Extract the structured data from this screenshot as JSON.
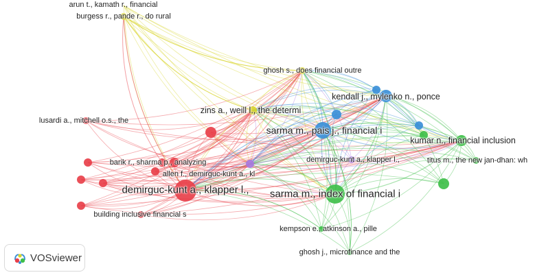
{
  "app": {
    "name": "VOSviewer",
    "logo_icon": "vosviewer-logo-icon"
  },
  "clusters": {
    "red": "#e8404a",
    "green": "#3fbf4a",
    "blue": "#3b8fd8",
    "yellow": "#d8d42a",
    "purple": "#a878e0"
  },
  "nodes": [
    {
      "id": "arun",
      "label": "arun t., kamath r., financial",
      "cluster": "yellow",
      "size": 0
    },
    {
      "id": "burgess",
      "label": "burgess r., pande r., do rural",
      "cluster": "yellow",
      "size": 5
    },
    {
      "id": "ghosh_s",
      "label": "ghosh s., does financial outre",
      "cluster": "yellow",
      "size": 5
    },
    {
      "id": "kendall",
      "label": "kendall j., mylenko n., ponce",
      "cluster": "blue",
      "size": 9
    },
    {
      "id": "zins",
      "label": "zins a., weill l., the determi",
      "cluster": "yellow",
      "size": 6
    },
    {
      "id": "lusardi",
      "label": "lusardi a., mitchell o.s., the",
      "cluster": "red",
      "size": 5
    },
    {
      "id": "sarma_pais",
      "label": "sarma m., pais j., financial i",
      "cluster": "blue",
      "size": 12
    },
    {
      "id": "kumar",
      "label": "kumar n., financial inclusion",
      "cluster": "green",
      "size": 8
    },
    {
      "id": "barik",
      "label": "barik r., sharma p., analyzing",
      "cluster": "red",
      "size": 6
    },
    {
      "id": "demirguc_klapper_p",
      "label": "demirguc-kunt a., klapper l.,",
      "cluster": "purple",
      "size": 5
    },
    {
      "id": "titus",
      "label": "titus m., the new jan-dhan: wh",
      "cluster": "green",
      "size": 5
    },
    {
      "id": "allen",
      "label": "allen f., demirguc-kunt a., kl",
      "cluster": "purple",
      "size": 6
    },
    {
      "id": "demirguc_klapper_r",
      "label": "demirguc-kunt a., klapper l.,",
      "cluster": "red",
      "size": 16
    },
    {
      "id": "sarma_index",
      "label": "sarma m., index of financial i",
      "cluster": "green",
      "size": 14
    },
    {
      "id": "building",
      "label": "building inclusive financial s",
      "cluster": "red",
      "size": 5
    },
    {
      "id": "kempson",
      "label": "kempson e., atkinson a., pille",
      "cluster": "green",
      "size": 4
    },
    {
      "id": "ghosh_j",
      "label": "ghosh j., microfinance and the",
      "cluster": "green",
      "size": 4
    }
  ],
  "unlabeled_nodes": [
    {
      "cluster": "red",
      "size": 8
    },
    {
      "cluster": "red",
      "size": 6
    },
    {
      "cluster": "red",
      "size": 6
    },
    {
      "cluster": "red",
      "size": 6
    },
    {
      "cluster": "red",
      "size": 6
    },
    {
      "cluster": "red",
      "size": 7
    },
    {
      "cluster": "red",
      "size": 6
    },
    {
      "cluster": "blue",
      "size": 7
    },
    {
      "cluster": "blue",
      "size": 6
    },
    {
      "cluster": "blue",
      "size": 6
    },
    {
      "cluster": "green",
      "size": 6
    },
    {
      "cluster": "green",
      "size": 8
    }
  ]
}
